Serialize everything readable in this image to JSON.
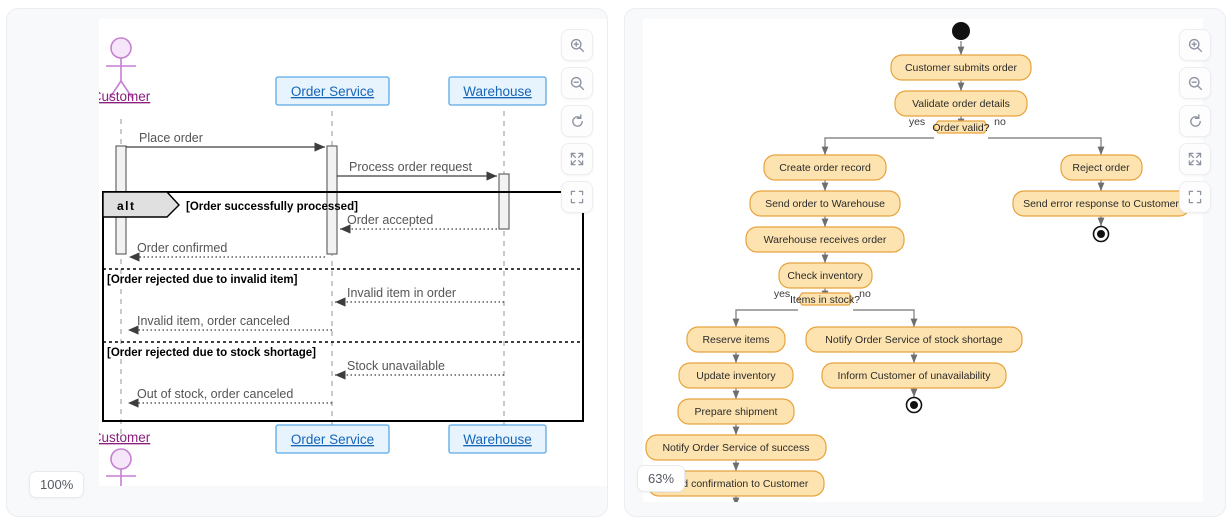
{
  "left_panel": {
    "name": "sequence-diagram-panel",
    "zoom_level": "100%",
    "toolbar": {
      "zoom_in": "zoom-in-icon",
      "zoom_out": "zoom-out-icon",
      "reset": "reset-icon",
      "fit": "fit-screen-icon",
      "fullscreen": "fullscreen-icon"
    },
    "participants": [
      {
        "id": "customer",
        "label": "Customer",
        "type": "actor"
      },
      {
        "id": "order_service",
        "label": "Order Service",
        "type": "box"
      },
      {
        "id": "warehouse",
        "label": "Warehouse",
        "type": "box"
      }
    ],
    "fragment": {
      "operator": "alt",
      "branches": [
        "[Order successfully processed]",
        "[Order rejected due to invalid item]",
        "[Order rejected due to stock shortage]"
      ]
    },
    "messages": [
      {
        "text": "Place order",
        "from": "customer",
        "to": "order_service",
        "style": "solid"
      },
      {
        "text": "Process order request",
        "from": "order_service",
        "to": "warehouse",
        "style": "solid"
      },
      {
        "text": "Order accepted",
        "from": "warehouse",
        "to": "order_service",
        "style": "dotted"
      },
      {
        "text": "Order confirmed",
        "from": "order_service",
        "to": "customer",
        "style": "dotted"
      },
      {
        "text": "Invalid item in order",
        "from": "warehouse",
        "to": "order_service",
        "style": "dotted"
      },
      {
        "text": "Invalid item, order canceled",
        "from": "order_service",
        "to": "customer",
        "style": "dotted"
      },
      {
        "text": "Stock unavailable",
        "from": "warehouse",
        "to": "order_service",
        "style": "dotted"
      },
      {
        "text": "Out of stock, order canceled",
        "from": "order_service",
        "to": "customer",
        "style": "dotted"
      }
    ],
    "colors": {
      "participant_fill": "#e8f4fd",
      "participant_stroke": "#5aa9e6",
      "participant_text": "#1565b8",
      "actor_stroke": "#c77fd4",
      "actor_text": "#8b1f7d",
      "message_text": "#555555",
      "frame_stroke": "#000000"
    }
  },
  "right_panel": {
    "name": "activity-diagram-panel",
    "zoom_level": "63%",
    "toolbar": {
      "zoom_in": "zoom-in-icon",
      "zoom_out": "zoom-out-icon",
      "reset": "reset-icon",
      "fit": "fit-screen-icon",
      "fullscreen": "fullscreen-icon"
    },
    "nodes": {
      "start": "initial-node",
      "a1": "Customer submits order",
      "a2": "Validate order details",
      "d1": "Order valid?",
      "a3": "Create order record",
      "a4": "Send order to Warehouse",
      "a5": "Warehouse receives order",
      "a6": "Check inventory",
      "d2": "Items in stock?",
      "a7": "Reserve items",
      "a8": "Update inventory",
      "a9": "Prepare shipment",
      "a10": "Notify Order Service of success",
      "a11": "Send confirmation to Customer",
      "a12": "Notify Order Service of stock shortage",
      "a13": "Inform Customer of unavailability",
      "a14": "Reject order",
      "a15": "Send error response to Customer",
      "end1": "final-node",
      "end2": "final-node",
      "end3": "final-node"
    },
    "guards": {
      "d1_yes": "yes",
      "d1_no": "no",
      "d2_yes": "yes",
      "d2_no": "no"
    },
    "colors": {
      "node_fill": "#fde3b0",
      "node_stroke": "#e8a33d",
      "node_text": "#2b2b2b",
      "edge_stroke": "#8c8c8c",
      "terminal": "#000000"
    }
  }
}
